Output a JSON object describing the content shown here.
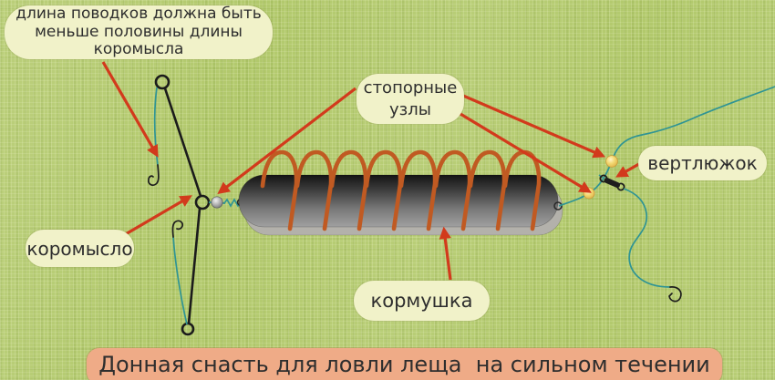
{
  "title": {
    "text": "Донная снасть для ловли леща  на сильном течении"
  },
  "labels": {
    "leader_note": {
      "lines": [
        "длина поводков должна быть",
        "меньше половины длины",
        "коромысла"
      ]
    },
    "stopper_knots": {
      "lines": [
        "стопорные",
        "узлы"
      ]
    },
    "swivel": "вертлюжок",
    "yoke": "коромысло",
    "feeder": "кормушка"
  },
  "colors": {
    "bg": "#b2c96c",
    "bubble": "#f1f2c9",
    "banner": "#efab87",
    "ink": "#2e2e2e",
    "arrow": "#d23a1c",
    "line": "#2f9494",
    "wire": "#1b1b1b",
    "coil": "#c05a22",
    "bead": "#f2d36e"
  }
}
